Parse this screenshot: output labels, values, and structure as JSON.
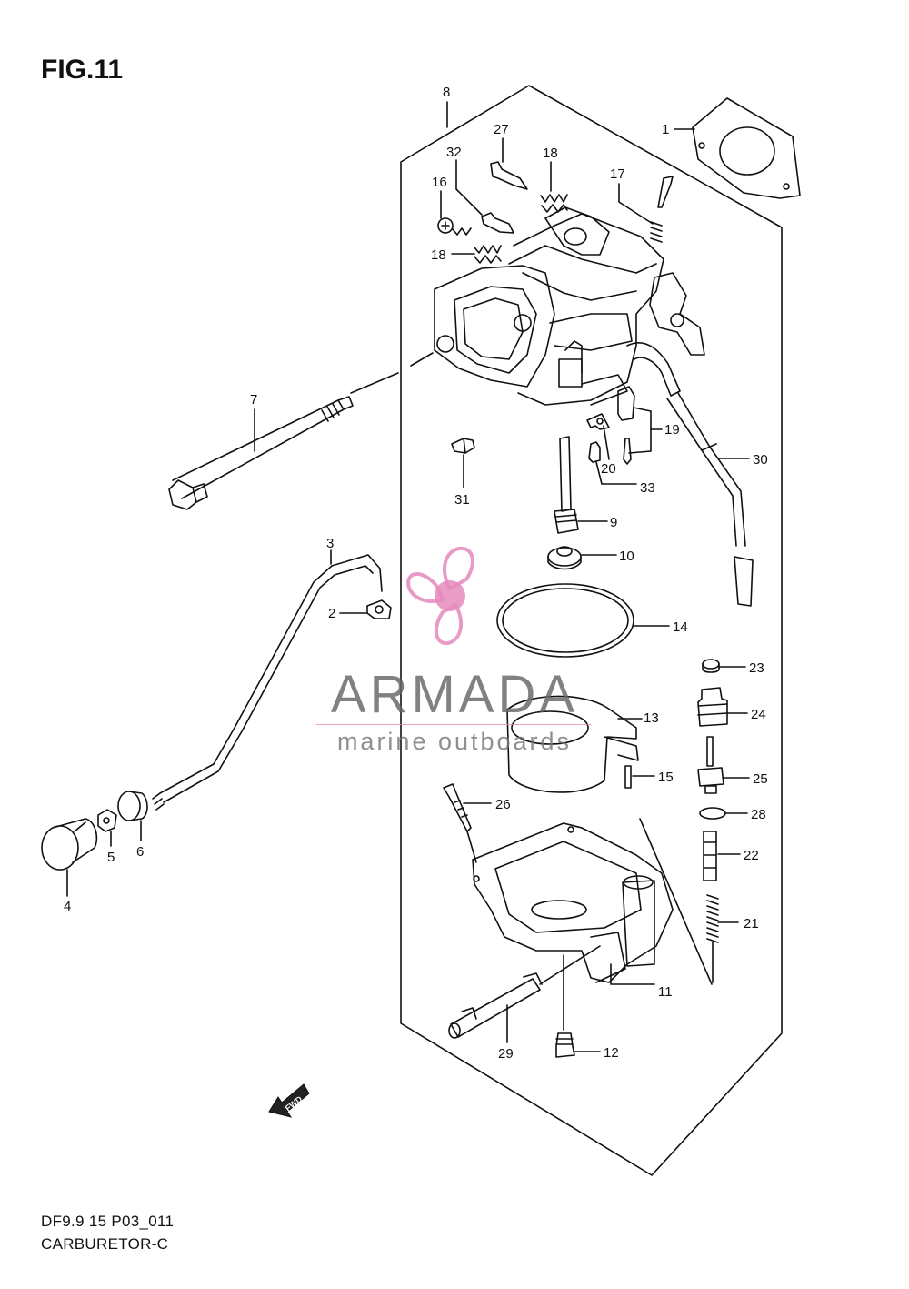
{
  "figure": {
    "title": "FIG.11",
    "model_code": "DF9.9 15 P03_011",
    "section": "CARBURETOR-C",
    "direction_label": "FWD"
  },
  "watermark": {
    "brand": "ARMADA",
    "tagline": "marine outboards",
    "accent_color": "#e58bbb",
    "text_color": "#666666"
  },
  "callouts": [
    {
      "id": "c1",
      "number": "1"
    },
    {
      "id": "c2",
      "number": "2"
    },
    {
      "id": "c3",
      "number": "3"
    },
    {
      "id": "c4",
      "number": "4"
    },
    {
      "id": "c5",
      "number": "5"
    },
    {
      "id": "c6",
      "number": "6"
    },
    {
      "id": "c7",
      "number": "7"
    },
    {
      "id": "c8",
      "number": "8"
    },
    {
      "id": "c9",
      "number": "9"
    },
    {
      "id": "c10",
      "number": "10"
    },
    {
      "id": "c11",
      "number": "11"
    },
    {
      "id": "c12",
      "number": "12"
    },
    {
      "id": "c13",
      "number": "13"
    },
    {
      "id": "c14",
      "number": "14"
    },
    {
      "id": "c15",
      "number": "15"
    },
    {
      "id": "c16",
      "number": "16"
    },
    {
      "id": "c17",
      "number": "17"
    },
    {
      "id": "c18a",
      "number": "18"
    },
    {
      "id": "c18b",
      "number": "18"
    },
    {
      "id": "c19",
      "number": "19"
    },
    {
      "id": "c20",
      "number": "20"
    },
    {
      "id": "c21",
      "number": "21"
    },
    {
      "id": "c22",
      "number": "22"
    },
    {
      "id": "c23",
      "number": "23"
    },
    {
      "id": "c24",
      "number": "24"
    },
    {
      "id": "c25",
      "number": "25"
    },
    {
      "id": "c26",
      "number": "26"
    },
    {
      "id": "c27",
      "number": "27"
    },
    {
      "id": "c28",
      "number": "28"
    },
    {
      "id": "c29",
      "number": "29"
    },
    {
      "id": "c30",
      "number": "30"
    },
    {
      "id": "c31",
      "number": "31"
    },
    {
      "id": "c32",
      "number": "32"
    },
    {
      "id": "c33",
      "number": "33"
    }
  ]
}
